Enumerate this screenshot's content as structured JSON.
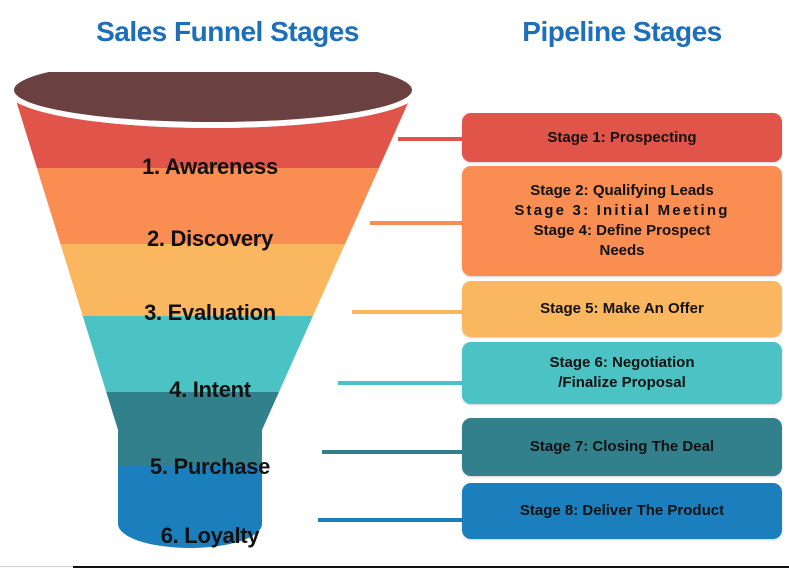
{
  "headers": {
    "funnel_title": "Sales Funnel Stages",
    "pipeline_title": "Pipeline Stages"
  },
  "colors": {
    "title_blue": "#1c6fb8",
    "red": "#e15449",
    "orange": "#f98d52",
    "light_orange": "#fbb75f",
    "turquoise": "#4bc3c4",
    "dark_teal": "#33808d",
    "blue": "#1b7fbe",
    "funnel_mouth": "#6b4040",
    "funnel_rim": "#ffffff",
    "background": "#ffffff",
    "label_text": "#111111",
    "bottom_rule": "#111111"
  },
  "funnel": {
    "mouth_label": "funnel-opening",
    "stages": [
      {
        "number": "1.",
        "name": "Awareness",
        "label": "1. Awareness",
        "color": "#e15449"
      },
      {
        "number": "2.",
        "name": "Discovery",
        "label": "2. Discovery",
        "color": "#f98d52"
      },
      {
        "number": "3.",
        "name": "Evaluation",
        "label": "3. Evaluation",
        "color": "#fbb75f"
      },
      {
        "number": "4.",
        "name": "Intent",
        "label": "4. Intent",
        "color": "#4bc3c4"
      },
      {
        "number": "5.",
        "name": "Purchase",
        "label": "5. Purchase",
        "color": "#33808d"
      },
      {
        "number": "6.",
        "name": "Loyalty",
        "label": "6. Loyalty",
        "color": "#1b7fbe"
      }
    ]
  },
  "pipeline": {
    "boxes": [
      {
        "id": "box-1",
        "color": "#e15449",
        "lines": [
          "Stage 1: Prospecting"
        ],
        "text": "Stage 1: Prospecting"
      },
      {
        "id": "box-2",
        "color": "#f98d52",
        "lines": [
          "Stage 2: Qualifying Leads",
          "Stage 3: Initial Meeting",
          "Stage 4: Define Prospect",
          "Needs"
        ],
        "text": "Stage 2: Qualifying Leads Stage 3: Initial Meeting Stage 4: Define Prospect Needs"
      },
      {
        "id": "box-3",
        "color": "#fbb75f",
        "lines": [
          "Stage 5: Make An Offer"
        ],
        "text": "Stage 5: Make An Offer"
      },
      {
        "id": "box-4",
        "color": "#4bc3c4",
        "lines": [
          "Stage 6: Negotiation",
          "/Finalize Proposal"
        ],
        "text": "Stage 6: Negotiation /Finalize Proposal"
      },
      {
        "id": "box-5",
        "color": "#33808d",
        "lines": [
          "Stage 7: Closing The Deal"
        ],
        "text": "Stage 7: Closing The Deal"
      },
      {
        "id": "box-6",
        "color": "#1b7fbe",
        "lines": [
          "Stage 8: Deliver The Product"
        ],
        "text": "Stage 8: Deliver The Product"
      }
    ]
  }
}
